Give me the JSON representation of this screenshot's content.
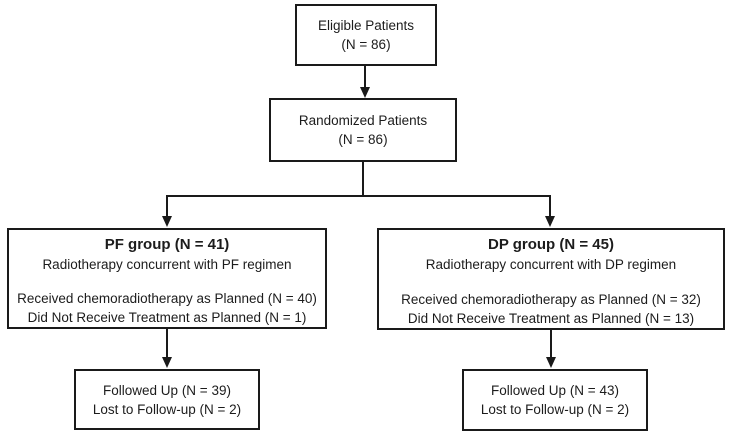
{
  "diagram": {
    "boxes": {
      "eligible": {
        "lines": [
          "Eligible Patients",
          "(N = 86)"
        ]
      },
      "randomized": {
        "lines": [
          "Randomized Patients",
          "(N = 86)"
        ]
      },
      "pf_group": {
        "title": "PF group (N = 41)",
        "subtitle": "Radiotherapy concurrent with PF regimen",
        "detail1": "Received chemoradiotherapy as Planned (N = 40)",
        "detail2": "Did Not Receive Treatment as Planned (N = 1)"
      },
      "dp_group": {
        "title": "DP group (N = 45)",
        "subtitle": "Radiotherapy concurrent with DP regimen",
        "detail1": "Received chemoradiotherapy as Planned (N = 32)",
        "detail2": "Did Not Receive Treatment as Planned (N = 13)"
      },
      "pf_followup": {
        "lines": [
          "Followed Up (N = 39)",
          "Lost to Follow-up (N = 2)"
        ]
      },
      "dp_followup": {
        "lines": [
          "Followed Up (N = 43)",
          "Lost to Follow-up (N = 2)"
        ]
      }
    },
    "colors": {
      "line": "#1a1a1a",
      "text": "#1c1c1c",
      "background": "#ffffff"
    }
  }
}
